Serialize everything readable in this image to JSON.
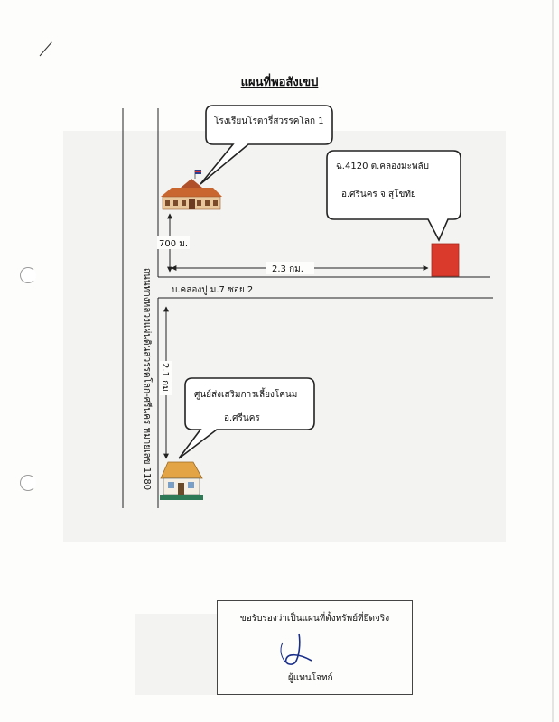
{
  "title": "แผนที่พอสังเขป",
  "landmarks": {
    "school": "โรงเรียนโรตารี่สวรรคโลก 1",
    "site_line1": "ฉ.4120 ต.คลองมะพลับ",
    "site_line2": "อ.ศรีนคร จ.สุโขทัย",
    "center_line1": "ศูนย์ส่งเสริมการเลี้ยงโคนม",
    "center_line2": "อ.ศรีนคร"
  },
  "roads": {
    "highway": "ถนนทางหลวงแผ่นดินสวรรคโลก-ศรีนคร หมายเลข 1180",
    "village": "บ.คลองปู ม.7 ซอย 2"
  },
  "distances": {
    "d700": "700 ม.",
    "d23": "2.3 กม.",
    "d21": "2.1 กม."
  },
  "certification": {
    "text": "ขอรับรองว่าเป็นแผนที่ตั้งทรัพย์ที่ยึดจริง",
    "signer": "ผู้แทนโจทก์"
  },
  "colors": {
    "site_marker": "#d93a2b",
    "school_roof": "#c9652f",
    "center_roof": "#e3a445",
    "center_wall": "#2f7a56"
  }
}
